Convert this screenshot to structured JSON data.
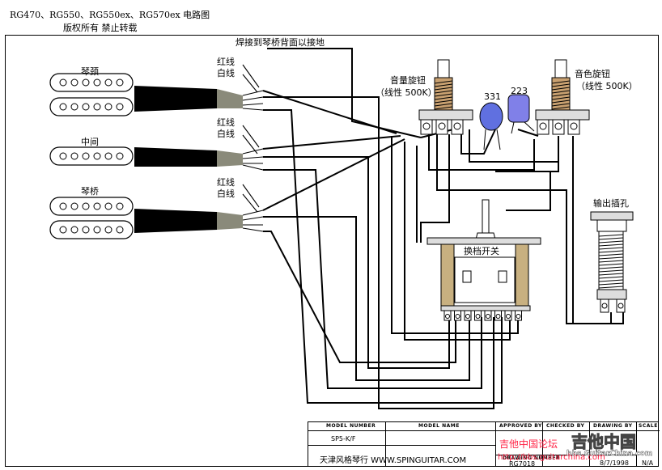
{
  "header": {
    "title": "RG470、RG550、RG550ex、RG570ex 电路图",
    "subtitle": "版权所有  禁止转载"
  },
  "labels": {
    "ground": "焊接到琴桥背面以接地",
    "neck": "琴颈",
    "middle": "中间",
    "bridge": "琴桥",
    "red_wire": "红线",
    "white_wire": "白线",
    "volume": "音量旋钮",
    "volume_spec": "（线性 500K）",
    "tone": "音色旋钮",
    "tone_spec": "（线性 500K）",
    "cap1": "331",
    "cap2": "223",
    "switch": "换档开关",
    "jack": "输出插孔"
  },
  "title_block": {
    "model_number_header": "MODEL NUMBER",
    "model_name_header": "MODEL NAME",
    "approved_header": "APPROVED BY",
    "checked_header": "CHECKED BY",
    "drawing_header": "DRAWING BY",
    "scale_header": "SCALE",
    "model_number": "SP5-K/F",
    "shop": "天津风格琴行 WWW.SPINGUITAR.COM",
    "drawing_no_header": "DRAWING NUMBER",
    "drawing_no": "RG7018",
    "date": "8/7/1998",
    "scale": "N/A"
  },
  "watermark": {
    "forum": "吉他中国论坛",
    "brand": "吉他中国",
    "site": "bbs.GuitarChina.com",
    "url": "http://bbs.guitarchina.com"
  },
  "colors": {
    "line": "#000000",
    "pickup_cable": "#000000",
    "potentiometer": "#c8a070",
    "cap_331": "#6070e0",
    "cap_223": "#8080e8",
    "watermark_red": "#ff2244"
  }
}
